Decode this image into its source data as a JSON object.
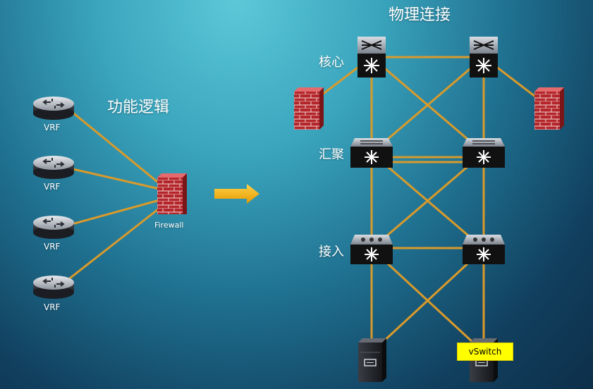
{
  "titles": {
    "physical": "物理连接",
    "logical": "功能逻辑"
  },
  "tiers": {
    "core": "核心",
    "aggregation": "汇聚",
    "access": "接入"
  },
  "routers": [
    {
      "label": "VRF"
    },
    {
      "label": "VRF"
    },
    {
      "label": "VRF"
    },
    {
      "label": "VRF"
    }
  ],
  "firewall": {
    "label": "Firewall"
  },
  "vswitch": {
    "label": "vSwitch"
  },
  "colors": {
    "link": "#d99a2b",
    "arrow": "#f5b800",
    "firewall_brick": "#b8262a",
    "switch_body": "#111111",
    "label_bg": "#ffff00"
  },
  "icons": [
    "router-icon",
    "firewall-icon",
    "core-switch-icon",
    "aggregation-switch-icon",
    "access-switch-icon",
    "server-icon",
    "arrow-right-icon"
  ]
}
